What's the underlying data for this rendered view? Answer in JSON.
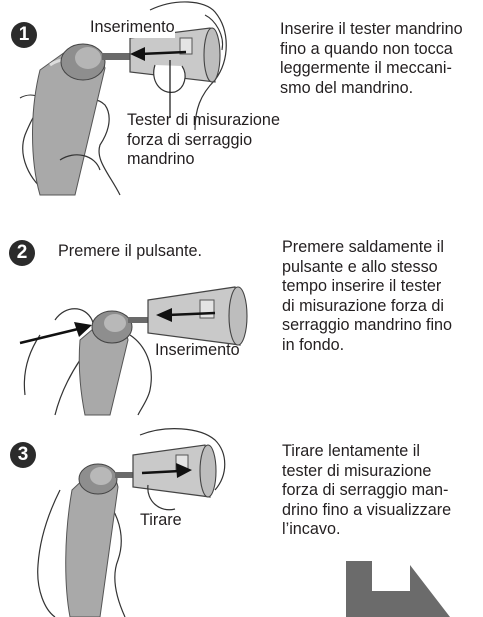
{
  "steps": [
    {
      "number": "1",
      "callouts": [
        "Inserimento",
        "Tester di misurazione",
        "forza di serraggio",
        "mandrino"
      ],
      "description": [
        "Inserire il tester mandrino",
        "fino a quando non tocca",
        "leggermente il meccani-",
        "smo del mandrino."
      ]
    },
    {
      "number": "2",
      "heading": "Premere il pulsante.",
      "callouts": [
        "Inserimento"
      ],
      "description": [
        "Premere saldamente il",
        "pulsante e allo stesso",
        "tempo inserire il tester",
        "di misurazione forza di",
        "serraggio mandrino fino",
        "in fondo."
      ]
    },
    {
      "number": "3",
      "callouts": [
        "Tirare"
      ],
      "description": [
        "Tirare lentamente il",
        "tester di misurazione",
        "forza di serraggio man-",
        "drino fino a visualizzare",
        "l’incavo."
      ]
    }
  ]
}
